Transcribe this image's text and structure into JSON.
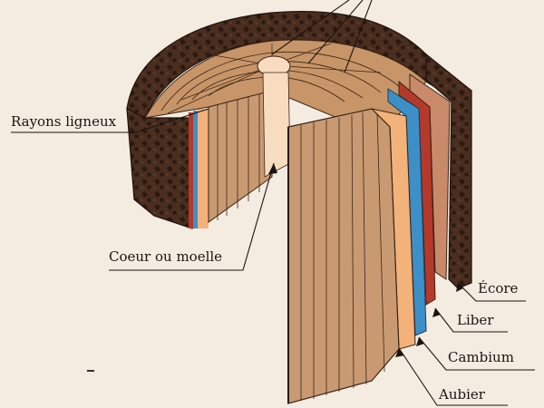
{
  "diagram": {
    "labels": {
      "rayons": "Rayons ligneux",
      "coeur": "Coeur ou moelle",
      "ecore": "Écore",
      "liber": "Liber",
      "cambium": "Cambium",
      "aubier": "Aubier"
    }
  },
  "colors": {
    "background": "#f4ebe1",
    "bark": "#4a2e1f",
    "liber": "#b5392a",
    "cambium": "#3d8fc7",
    "aubier": "#f2b27a",
    "heartwood": "#c99a72",
    "pith": "#f7dcc0"
  }
}
